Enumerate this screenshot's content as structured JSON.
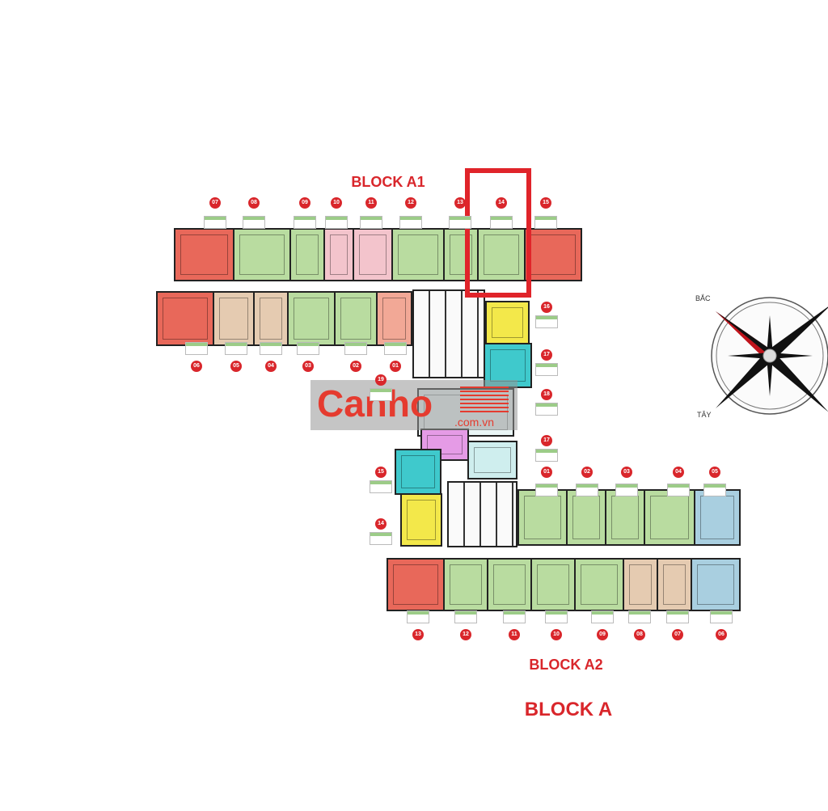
{
  "titles": {
    "block_a1": "BLOCK A1",
    "block_a2": "BLOCK A2",
    "block_a": "BLOCK A"
  },
  "compass": {
    "north": "BẮC",
    "west": "TÂY"
  },
  "watermark": {
    "brand": "Canho",
    "domain": ".com.vn"
  },
  "colors": {
    "red": "#e8685a",
    "green": "#b9dca0",
    "pink": "#f3c4cc",
    "tan": "#e5cbb1",
    "salmon": "#f2a896",
    "yellow": "#f3e84a",
    "cyan": "#3fc9cc",
    "blue": "#a9cfe0",
    "lilac": "#e59be6",
    "highlight": "#e0242a"
  },
  "a1_top": [
    "07",
    "08",
    "09",
    "10",
    "11",
    "12",
    "13",
    "14",
    "15"
  ],
  "a1_bottom": [
    "06",
    "05",
    "04",
    "03",
    "02",
    "01"
  ],
  "a1_side": [
    "16",
    "17",
    "18",
    "17",
    "19"
  ],
  "a2_side": [
    "15",
    "14"
  ],
  "a2_top": [
    "01",
    "02",
    "03",
    "04",
    "05"
  ],
  "a2_bottom": [
    "13",
    "12",
    "11",
    "10",
    "09",
    "08",
    "07",
    "06"
  ],
  "highlighted_unit": "14"
}
